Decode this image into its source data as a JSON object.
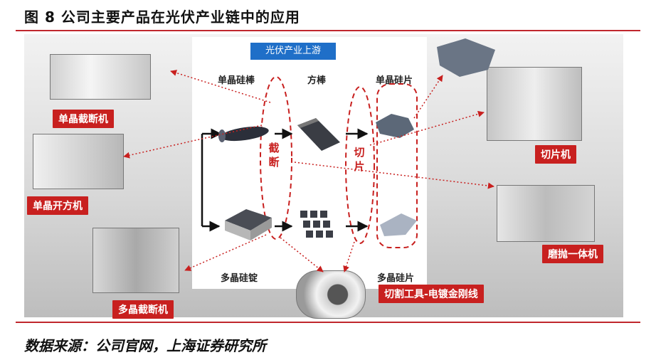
{
  "title": "图 8 公司主要产品在光伏产业链中的应用",
  "source": "数据来源：公司官网，上海证券研究所",
  "upstream_badge": "光伏产业上游",
  "products": {
    "mono_rod": "单晶硅棒",
    "square_rod": "方棒",
    "mono_wafer": "单晶硅片",
    "poly_ingot": "多晶硅锭",
    "poly_wafer": "多晶硅片"
  },
  "operations": {
    "cut": "截断",
    "slice": "切片"
  },
  "machines": {
    "mono_cutoff": "单晶截断机",
    "mono_squaring": "单晶开方机",
    "poly_cutoff": "多晶截断机",
    "slicer": "切片机",
    "grind_polish": "磨抛一体机",
    "cutting_tool": "切割工具-电镀金刚线"
  },
  "colors": {
    "accent": "#c8201f",
    "badge": "#1f6fc8",
    "rule": "#c0272d"
  }
}
